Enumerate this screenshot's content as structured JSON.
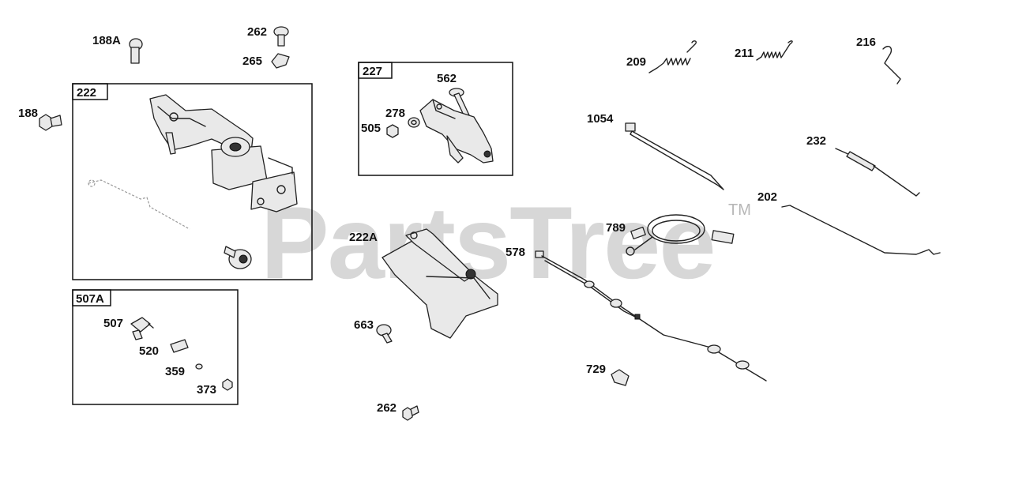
{
  "watermark": {
    "text": "PartsTree",
    "trademark": "TM"
  },
  "boxes": {
    "b222": "222",
    "b227": "227",
    "b507a": "507A"
  },
  "labels": {
    "p188a": "188A",
    "p262top": "262",
    "p265": "265",
    "p188": "188",
    "p562": "562",
    "p278": "278",
    "p505": "505",
    "p209": "209",
    "p211": "211",
    "p216": "216",
    "p1054": "1054",
    "p232": "232",
    "p202": "202",
    "p789": "789",
    "p222a": "222A",
    "p578": "578",
    "p663": "663",
    "p507": "507",
    "p520": "520",
    "p359": "359",
    "p373": "373",
    "p729": "729",
    "p262bot": "262"
  }
}
